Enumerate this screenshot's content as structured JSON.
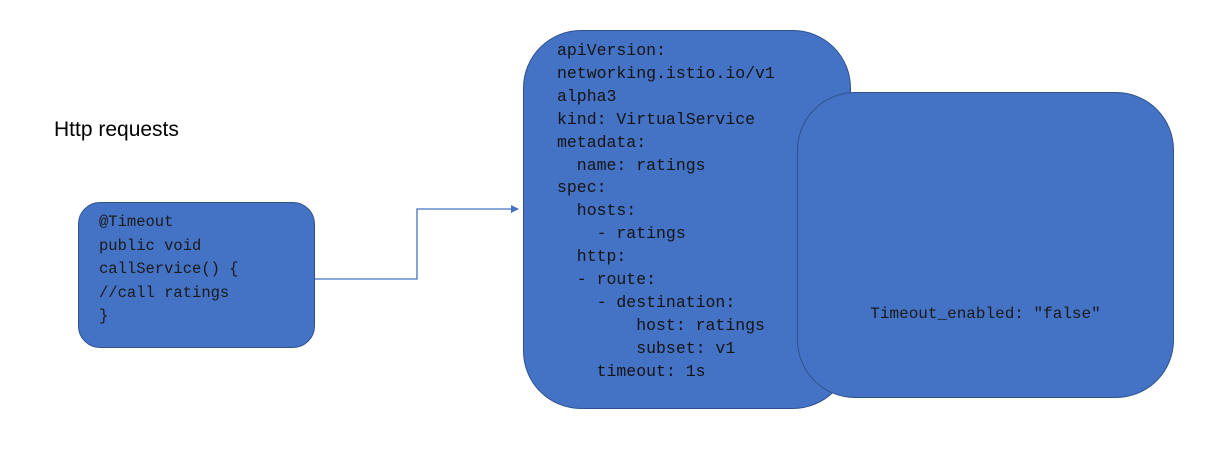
{
  "title": "Http requests",
  "annotation_code": "@Timeout\npublic void\ncallService() {\n//call ratings\n}",
  "virtual_service_yaml": "apiVersion:\nnetworking.istio.io/v1\nalpha3\nkind: VirtualService\nmetadata:\n  name: ratings\nspec:\n  hosts:\n    - ratings\n  http:\n  - route:\n    - destination:\n        host: ratings\n        subset: v1\n    timeout: 1s",
  "override_config": "Timeout_enabled: \"false\"",
  "colors": {
    "box_fill": "#4472c4",
    "box_border": "#2f528f",
    "connector": "#4472c4"
  }
}
